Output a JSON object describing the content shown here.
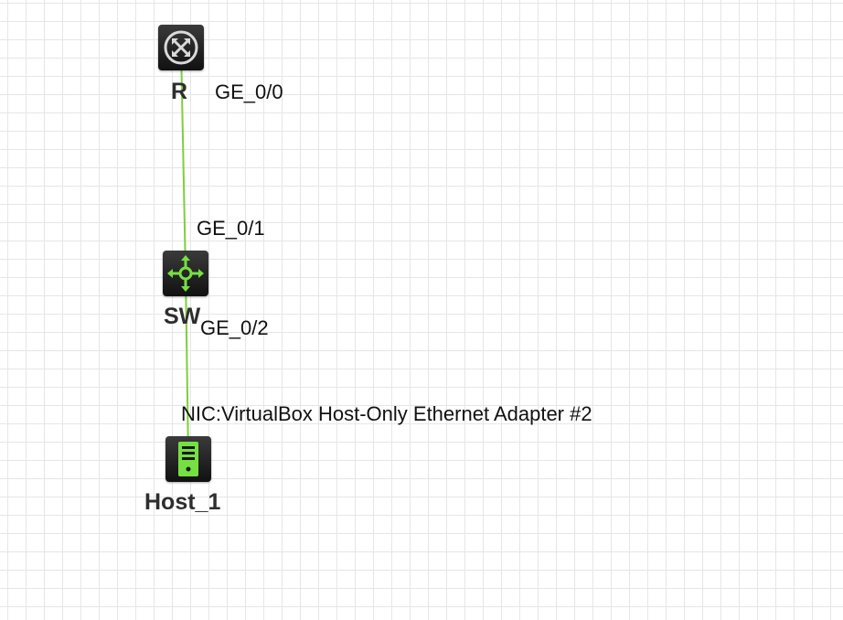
{
  "colors": {
    "link": "#7dcf3b",
    "device_body": "#1f1f1f",
    "router_icon": "#d9d9d9",
    "switch_icon": "#76e042",
    "host_icon": "#76e042",
    "grid": "#e6e6e6"
  },
  "devices": {
    "router": {
      "label": "R",
      "icon": "router-icon"
    },
    "switch": {
      "label": "SW",
      "icon": "switch-icon"
    },
    "host": {
      "label": "Host_1",
      "icon": "host-icon"
    }
  },
  "ports": {
    "router_ge00": "GE_0/0",
    "switch_ge01": "GE_0/1",
    "switch_ge02": "GE_0/2",
    "host_nic": "NIC:VirtualBox Host-Only Ethernet Adapter #2"
  }
}
